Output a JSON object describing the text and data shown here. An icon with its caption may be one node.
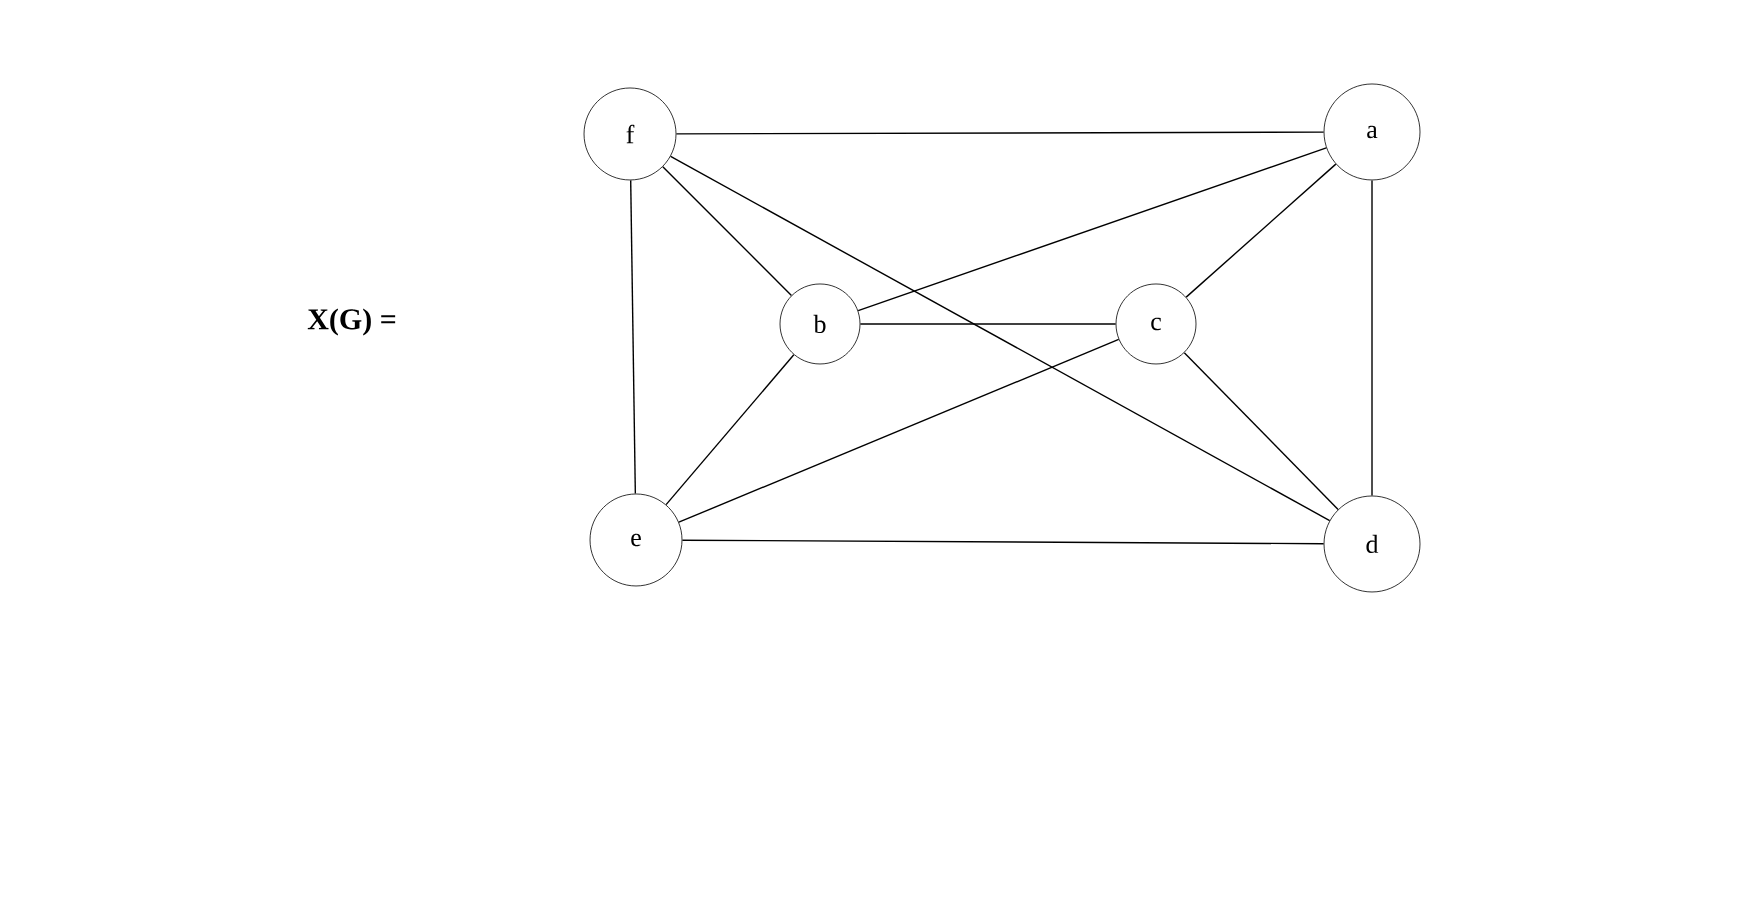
{
  "diagram": {
    "nodes": [
      {
        "text": [
          "f"
        ]
      },
      {
        "text": [
          "a"
        ]
      },
      {
        "text": [
          "b"
        ]
      },
      {
        "text": [
          "c"
        ]
      },
      {
        "text": [
          "e"
        ]
      },
      {
        "text": [
          "d"
        ]
      }
    ],
    "edges": [
      {
        "from": 0,
        "to": 1,
        "arrow": "none"
      },
      {
        "from": 0,
        "to": 4,
        "arrow": "none"
      },
      {
        "from": 0,
        "to": 2,
        "arrow": "none"
      },
      {
        "from": 0,
        "to": 5,
        "arrow": "none"
      },
      {
        "from": 1,
        "to": 2,
        "arrow": "none"
      },
      {
        "from": 1,
        "to": 3,
        "arrow": "none"
      },
      {
        "from": 1,
        "to": 5,
        "arrow": "none"
      },
      {
        "from": 2,
        "to": 3,
        "arrow": "none"
      },
      {
        "from": 2,
        "to": 4,
        "arrow": "none"
      },
      {
        "from": 3,
        "to": 4,
        "arrow": "none"
      },
      {
        "from": 3,
        "to": 5,
        "arrow": "none"
      },
      {
        "from": 4,
        "to": 5,
        "arrow": "none"
      }
    ],
    "labels": [
      "X(G) ="
    ]
  }
}
